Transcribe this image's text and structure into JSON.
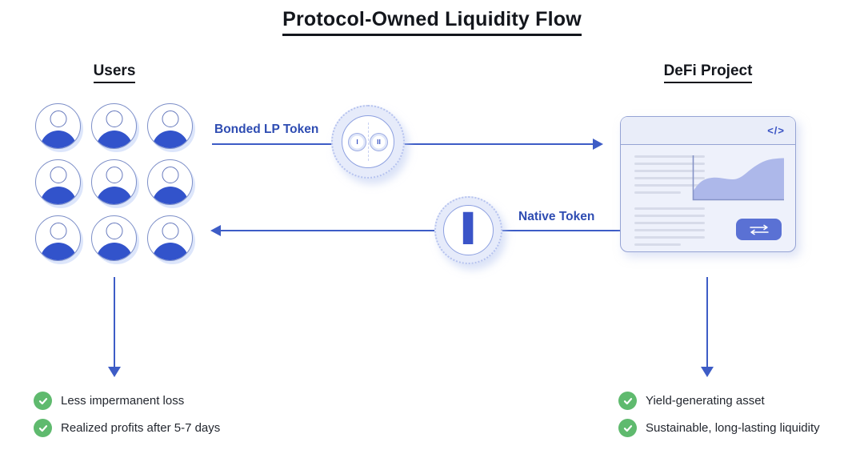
{
  "title": "Protocol-Owned Liquidity Flow",
  "users": {
    "heading": "Users",
    "avatar_count": 9,
    "benefits": [
      "Less impermanent loss",
      "Realized profits after 5-7 days"
    ]
  },
  "project": {
    "heading": "DeFi Project",
    "window": {
      "code_icon": "</>"
    },
    "benefits": [
      "Yield-generating asset",
      "Sustainable, long-lasting liquidity"
    ]
  },
  "flows": {
    "to_project": {
      "label": "Bonded LP Token",
      "coin_numerals": [
        "I",
        "II"
      ]
    },
    "to_users": {
      "label": "Native Token",
      "coin_numeral": "I"
    }
  },
  "colors": {
    "accent_blue": "#3d5cc6",
    "label_blue": "#2e4cb2",
    "avatar_blue": "#3253cb",
    "success_green": "#5fba6e",
    "chart_fill": "#adb8ea",
    "window_bg": "#eef1fb"
  }
}
